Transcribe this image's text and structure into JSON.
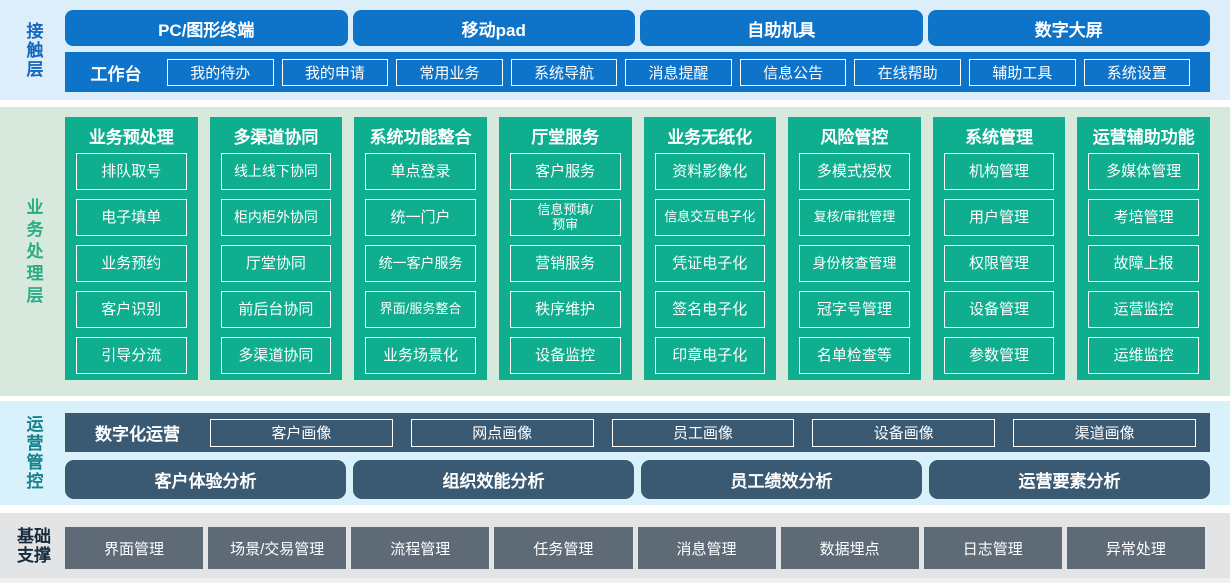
{
  "layers": {
    "contact": {
      "label": "接触层",
      "terminals": [
        "PC/图形终端",
        "移动pad",
        "自助机具",
        "数字大屏"
      ],
      "workbench": {
        "label": "工作台",
        "items": [
          "我的待办",
          "我的申请",
          "常用业务",
          "系统导航",
          "消息提醒",
          "信息公告",
          "在线帮助",
          "辅助工具",
          "系统设置"
        ]
      }
    },
    "business": {
      "label": "业务处理层",
      "columns": [
        {
          "title": "业务预处理",
          "items": [
            "排队取号",
            "电子填单",
            "业务预约",
            "客户识别",
            "引导分流"
          ]
        },
        {
          "title": "多渠道协同",
          "items": [
            "线上线下协同",
            "柜内柜外协同",
            "厅堂协同",
            "前后台协同",
            "多渠道协同"
          ]
        },
        {
          "title": "系统功能整合",
          "items": [
            "单点登录",
            "统一门户",
            "统一客户服务",
            "界面/服务整合",
            "业务场景化"
          ]
        },
        {
          "title": "厅堂服务",
          "items": [
            "客户服务",
            "信息预填/\n预审",
            "营销服务",
            "秩序维护",
            "设备监控"
          ]
        },
        {
          "title": "业务无纸化",
          "items": [
            "资料影像化",
            "信息交互电子化",
            "凭证电子化",
            "签名电子化",
            "印章电子化"
          ]
        },
        {
          "title": "风险管控",
          "items": [
            "多模式授权",
            "复核/审批管理",
            "身份核查管理",
            "冠字号管理",
            "名单检查等"
          ]
        },
        {
          "title": "系统管理",
          "items": [
            "机构管理",
            "用户管理",
            "权限管理",
            "设备管理",
            "参数管理"
          ]
        },
        {
          "title": "运营辅助功能",
          "items": [
            "多媒体管理",
            "考培管理",
            "故障上报",
            "运营监控",
            "运维监控"
          ]
        }
      ]
    },
    "operation": {
      "label": "运营管控",
      "digital": {
        "label": "数字化运营",
        "items": [
          "客户画像",
          "网点画像",
          "员工画像",
          "设备画像",
          "渠道画像"
        ]
      },
      "analysis": [
        "客户体验分析",
        "组织效能分析",
        "员工绩效分析",
        "运营要素分析"
      ]
    },
    "foundation": {
      "label": "基础支撑",
      "items": [
        "界面管理",
        "场景/交易管理",
        "流程管理",
        "任务管理",
        "消息管理",
        "数据埋点",
        "日志管理",
        "异常处理"
      ]
    }
  },
  "colors": {
    "blue": "#0d74ca",
    "teal": "#0fae8f",
    "slate": "#3a5a73",
    "gray": "#5e6b76",
    "bg_contact": "#dceef9",
    "bg_business": "#d6e9dc",
    "bg_operation": "#d9f1fa",
    "bg_foundation": "#e3e4e6"
  }
}
